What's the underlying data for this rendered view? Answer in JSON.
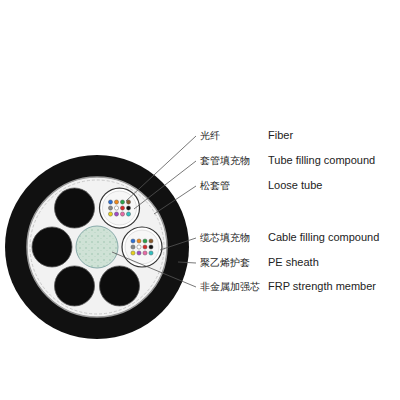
{
  "diagram": {
    "labels": [
      "光纤",
      "Fiber",
      "套管填充物",
      "Tube filling compound",
      "松套管",
      "Loose tube",
      "缆芯填充物",
      "Cable filling compound",
      "聚乙烯护套",
      "PE sheath",
      "非金属加强芯",
      "FRP strength member"
    ]
  }
}
